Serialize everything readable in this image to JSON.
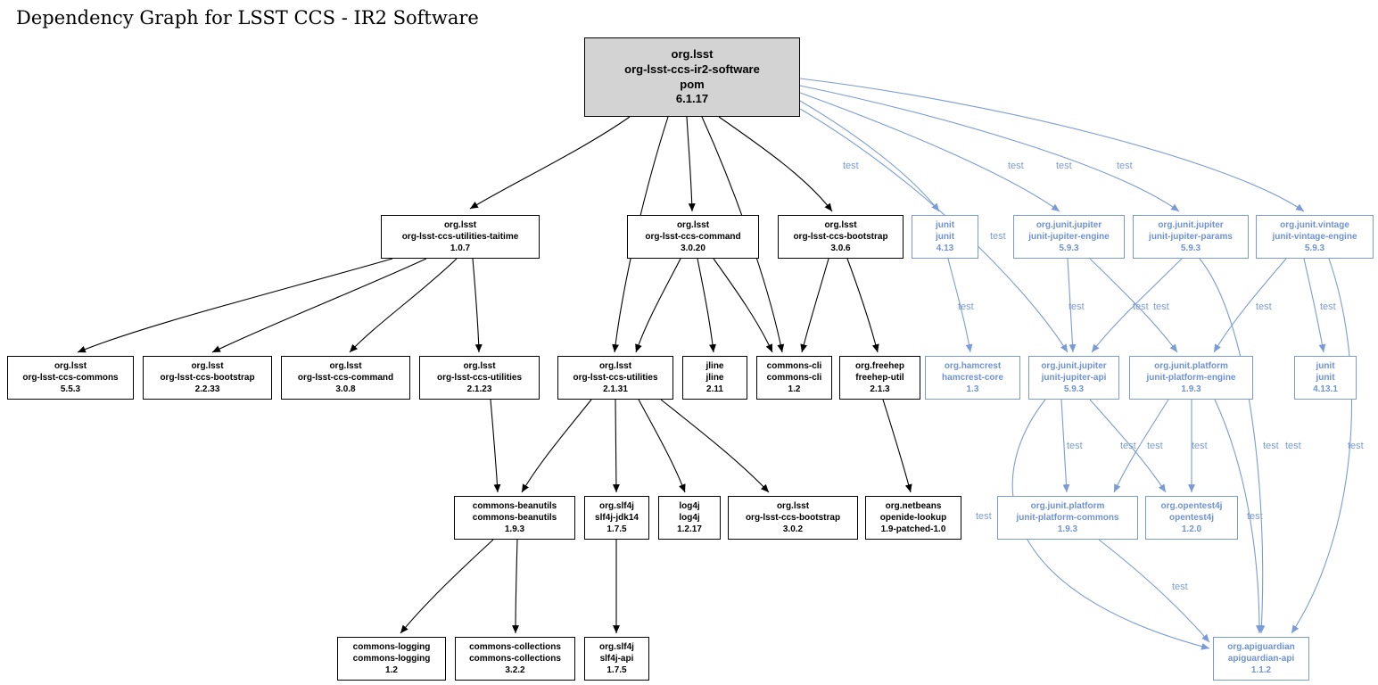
{
  "title": "Dependency Graph for LSST CCS - IR2 Software",
  "edge_label": "test",
  "colors": {
    "dependency_edge": "#000000",
    "test_edge": "#7b9bd8",
    "root_fill": "#d3d3d3",
    "node_fill": "#ffffff"
  },
  "nodes": {
    "root": {
      "label": "org.lsst\norg-lsst-ccs-ir2-software\npom\n6.1.17"
    },
    "taitime": {
      "label": "org.lsst\norg-lsst-ccs-utilities-taitime\n1.0.7"
    },
    "command_3_0_20": {
      "label": "org.lsst\norg-lsst-ccs-command\n3.0.20"
    },
    "bootstrap_3_0_6": {
      "label": "org.lsst\norg-lsst-ccs-bootstrap\n3.0.6"
    },
    "junit_4_13": {
      "label": "junit\njunit\n4.13"
    },
    "jupiter_engine": {
      "label": "org.junit.jupiter\njunit-jupiter-engine\n5.9.3"
    },
    "jupiter_params": {
      "label": "org.junit.jupiter\njunit-jupiter-params\n5.9.3"
    },
    "vintage_engine": {
      "label": "org.junit.vintage\njunit-vintage-engine\n5.9.3"
    },
    "commons_5_5_3": {
      "label": "org.lsst\norg-lsst-ccs-commons\n5.5.3"
    },
    "bootstrap_2_2_33": {
      "label": "org.lsst\norg-lsst-ccs-bootstrap\n2.2.33"
    },
    "command_3_0_8": {
      "label": "org.lsst\norg-lsst-ccs-command\n3.0.8"
    },
    "utilities_2_1_23": {
      "label": "org.lsst\norg-lsst-ccs-utilities\n2.1.23"
    },
    "utilities_2_1_31": {
      "label": "org.lsst\norg-lsst-ccs-utilities\n2.1.31"
    },
    "jline": {
      "label": "jline\njline\n2.11"
    },
    "commons_cli": {
      "label": "commons-cli\ncommons-cli\n1.2"
    },
    "freehep_util": {
      "label": "org.freehep\nfreehep-util\n2.1.3"
    },
    "hamcrest_core": {
      "label": "org.hamcrest\nhamcrest-core\n1.3"
    },
    "jupiter_api": {
      "label": "org.junit.jupiter\njunit-jupiter-api\n5.9.3"
    },
    "platform_engine": {
      "label": "org.junit.platform\njunit-platform-engine\n1.9.3"
    },
    "junit_4_13_1": {
      "label": "junit\njunit\n4.13.1"
    },
    "beanutils": {
      "label": "commons-beanutils\ncommons-beanutils\n1.9.3"
    },
    "slf4j_jdk14": {
      "label": "org.slf4j\nslf4j-jdk14\n1.7.5"
    },
    "log4j": {
      "label": "log4j\nlog4j\n1.2.17"
    },
    "bootstrap_3_0_2": {
      "label": "org.lsst\norg-lsst-ccs-bootstrap\n3.0.2"
    },
    "openide_lookup": {
      "label": "org.netbeans\nopenide-lookup\n1.9-patched-1.0"
    },
    "platform_commons": {
      "label": "org.junit.platform\njunit-platform-commons\n1.9.3"
    },
    "opentest4j": {
      "label": "org.opentest4j\nopentest4j\n1.2.0"
    },
    "commons_logging": {
      "label": "commons-logging\ncommons-logging\n1.2"
    },
    "commons_collections": {
      "label": "commons-collections\ncommons-collections\n3.2.2"
    },
    "slf4j_api": {
      "label": "org.slf4j\nslf4j-api\n1.7.5"
    },
    "apiguardian_api": {
      "label": "org.apiguardian\napiguardian-api\n1.1.2"
    }
  },
  "edges": {
    "dependency": [
      "org-lsst-ccs-ir2-software:6.1.17 -> org-lsst-ccs-utilities-taitime:1.0.7",
      "org-lsst-ccs-ir2-software:6.1.17 -> org-lsst-ccs-command:3.0.20",
      "org-lsst-ccs-ir2-software:6.1.17 -> org-lsst-ccs-bootstrap:3.0.6",
      "org-lsst-ccs-ir2-software:6.1.17 -> org-lsst-ccs-utilities:2.1.31",
      "org-lsst-ccs-ir2-software:6.1.17 -> commons-cli:1.2",
      "org-lsst-ccs-utilities-taitime:1.0.7 -> org-lsst-ccs-commons:5.5.3",
      "org-lsst-ccs-utilities-taitime:1.0.7 -> org-lsst-ccs-bootstrap:2.2.33",
      "org-lsst-ccs-utilities-taitime:1.0.7 -> org-lsst-ccs-command:3.0.8",
      "org-lsst-ccs-utilities-taitime:1.0.7 -> org-lsst-ccs-utilities:2.1.23",
      "org-lsst-ccs-command:3.0.20 -> org-lsst-ccs-utilities:2.1.31",
      "org-lsst-ccs-command:3.0.20 -> jline:2.11",
      "org-lsst-ccs-command:3.0.20 -> commons-cli:1.2",
      "org-lsst-ccs-bootstrap:3.0.6 -> commons-cli:1.2",
      "org-lsst-ccs-bootstrap:3.0.6 -> freehep-util:2.1.3",
      "org-lsst-ccs-utilities:2.1.23 -> commons-beanutils:1.9.3",
      "org-lsst-ccs-utilities:2.1.31 -> commons-beanutils:1.9.3",
      "org-lsst-ccs-utilities:2.1.31 -> slf4j-jdk14:1.7.5",
      "org-lsst-ccs-utilities:2.1.31 -> log4j:1.2.17",
      "org-lsst-ccs-utilities:2.1.31 -> org-lsst-ccs-bootstrap:3.0.2",
      "freehep-util:2.1.3 -> openide-lookup:1.9-patched-1.0",
      "commons-beanutils:1.9.3 -> commons-logging:1.2",
      "commons-beanutils:1.9.3 -> commons-collections:3.2.2",
      "slf4j-jdk14:1.7.5 -> slf4j-api:1.7.5"
    ],
    "test": [
      "org-lsst-ccs-ir2-software:6.1.17 -> junit:4.13",
      "org-lsst-ccs-ir2-software:6.1.17 -> junit-jupiter-engine:5.9.3",
      "org-lsst-ccs-ir2-software:6.1.17 -> junit-jupiter-params:5.9.3",
      "org-lsst-ccs-ir2-software:6.1.17 -> junit-vintage-engine:5.9.3",
      "org-lsst-ccs-ir2-software:6.1.17 -> junit-jupiter-api:5.9.3",
      "junit:4.13 -> hamcrest-core:1.3",
      "junit-jupiter-engine:5.9.3 -> junit-jupiter-api:5.9.3",
      "junit-jupiter-engine:5.9.3 -> junit-platform-engine:1.9.3",
      "junit-jupiter-params:5.9.3 -> junit-jupiter-api:5.9.3",
      "junit-jupiter-params:5.9.3 -> apiguardian-api:1.1.2",
      "junit-vintage-engine:5.9.3 -> junit:4.13.1",
      "junit-vintage-engine:5.9.3 -> junit-platform-engine:1.9.3",
      "junit-vintage-engine:5.9.3 -> apiguardian-api:1.1.2",
      "junit-jupiter-api:5.9.3 -> junit-platform-commons:1.9.3",
      "junit-jupiter-api:5.9.3 -> opentest4j:1.2.0",
      "junit-jupiter-api:5.9.3 -> apiguardian-api:1.1.2",
      "junit-platform-engine:1.9.3 -> junit-platform-commons:1.9.3",
      "junit-platform-engine:1.9.3 -> opentest4j:1.2.0",
      "junit-platform-engine:1.9.3 -> apiguardian-api:1.1.2",
      "junit-platform-commons:1.9.3 -> apiguardian-api:1.1.2"
    ]
  }
}
